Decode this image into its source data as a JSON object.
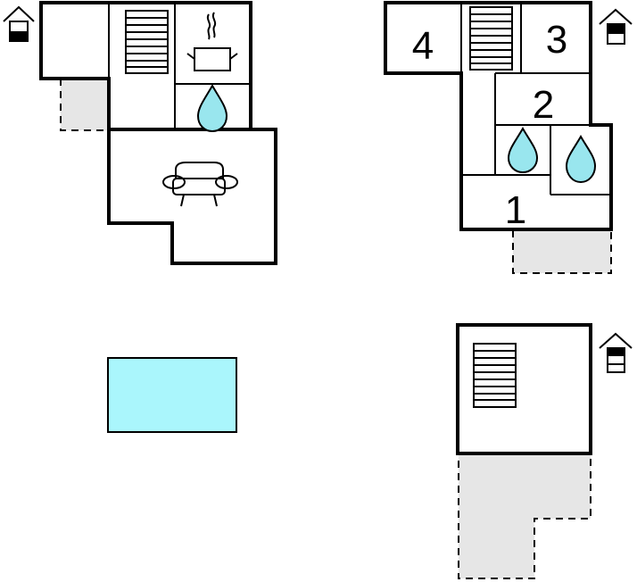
{
  "colors": {
    "wall": "#000000",
    "terrace": "#e6e6e6",
    "water": "#99e6ee",
    "pool": "#aaf6fc",
    "background": "#ffffff"
  },
  "plans": [
    {
      "floor_icon": "floor-indicator-icon",
      "rooms": [
        {
          "icon": "stairs-icon"
        },
        {
          "icon": "cooking-pot-icon"
        },
        {
          "icon": "water-drop-icon"
        },
        {
          "icon": "sofa-icon"
        }
      ]
    },
    {
      "floor_icon": "floor-indicator-icon",
      "rooms": [
        {
          "label": "4"
        },
        {
          "icon": "stairs-icon"
        },
        {
          "label": "3"
        },
        {
          "label": "2"
        },
        {
          "icon": "water-drop-icon"
        },
        {
          "icon": "water-drop-icon"
        },
        {
          "label": "1"
        }
      ]
    },
    {
      "floor_icon": "floor-indicator-icon",
      "rooms": [
        {
          "icon": "stairs-icon"
        }
      ]
    }
  ],
  "pool": {
    "icon": "pool"
  }
}
